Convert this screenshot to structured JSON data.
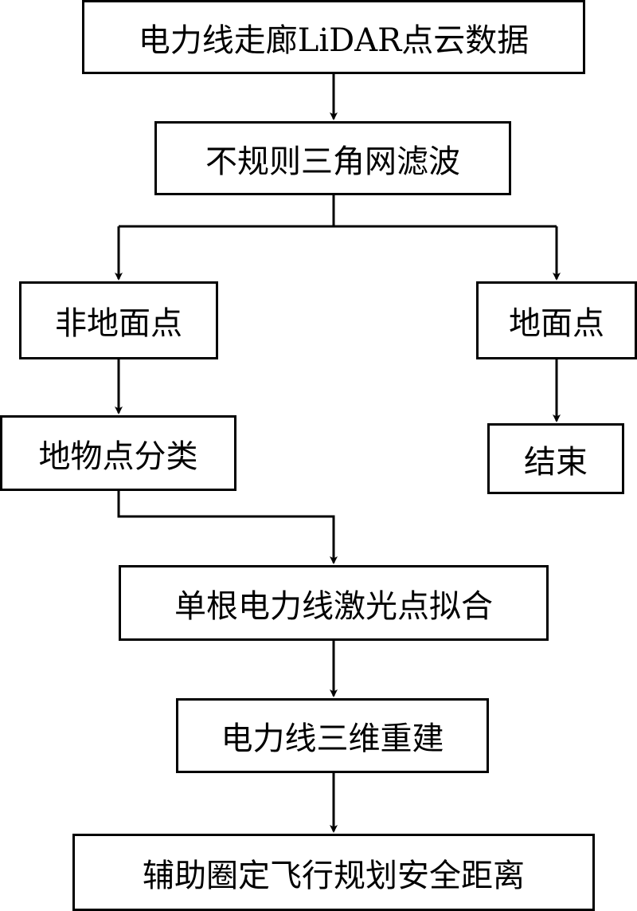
{
  "nodes": {
    "lidar_data": "电力线走廊LiDAR点云数据",
    "tin_filter": "不规则三角网滤波",
    "non_ground_points": "非地面点",
    "ground_points": "地面点",
    "object_classification": "地物点分类",
    "end": "结束",
    "single_line_fitting": "单根电力线激光点拟合",
    "line_3d_reconstruction": "电力线三维重建",
    "flight_safety_distance": "辅助圈定飞行规划安全距离"
  },
  "colors": {
    "stroke": "#000000",
    "background": "#ffffff",
    "text": "#000000"
  }
}
